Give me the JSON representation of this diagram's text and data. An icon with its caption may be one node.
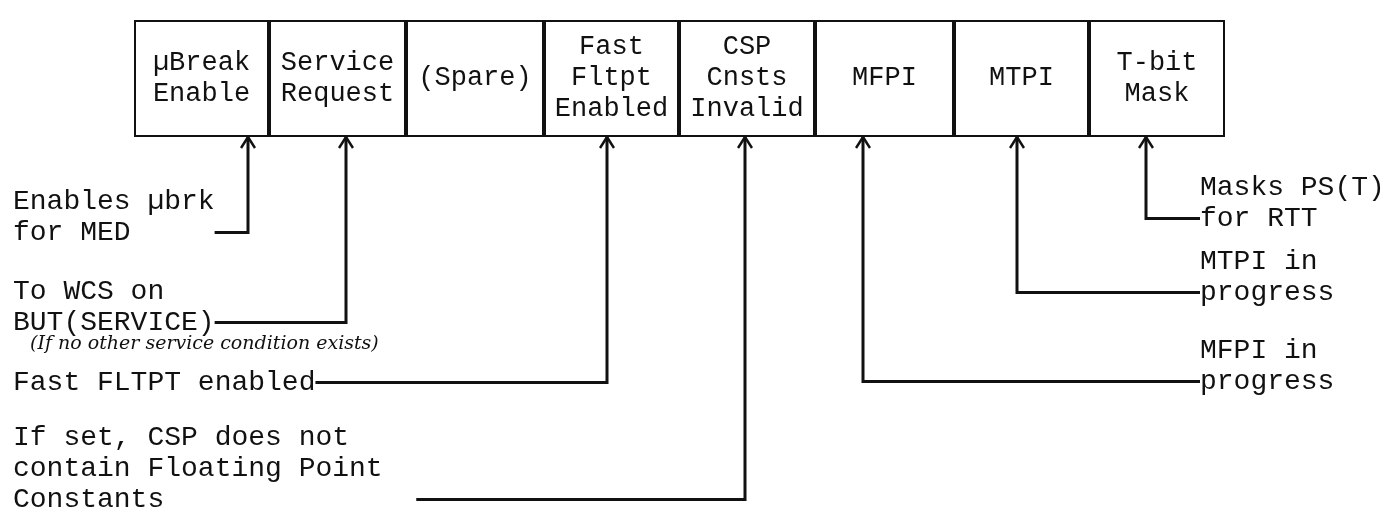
{
  "diagram": {
    "nodes": [
      {
        "text": [
          "µBreak Enable"
        ]
      },
      {
        "text": [
          "Service Request"
        ]
      },
      {
        "text": [
          "(Spare)"
        ]
      },
      {
        "text": [
          "Fast Fltpt Enabled"
        ]
      },
      {
        "text": [
          "CSP Cnsts Invalid"
        ]
      },
      {
        "text": [
          "MFPI"
        ]
      },
      {
        "text": [
          "MTPI"
        ]
      },
      {
        "text": [
          "T-bit Mask"
        ]
      },
      {
        "text": [
          "Enables µbrk for MED"
        ]
      },
      {
        "text": [
          "To WCS on BUT(SERVICE)"
        ],
        "beside": [
          "(If no other service condition exists)"
        ]
      },
      {
        "text": [
          "Fast FLTPT enabled"
        ]
      },
      {
        "text": [
          "If set, CSP does not contain Floating Point Constants"
        ]
      },
      {
        "text": [
          "Masks PS(T) for RTT"
        ]
      },
      {
        "text": [
          "MTPI in progress"
        ]
      },
      {
        "text": [
          "MFPI in progress"
        ]
      }
    ],
    "edges": [
      {
        "from": 8,
        "to": 0,
        "arrow": "to"
      },
      {
        "from": 9,
        "to": 1,
        "arrow": "to"
      },
      {
        "from": 10,
        "to": 3,
        "arrow": "to"
      },
      {
        "from": 11,
        "to": 4,
        "arrow": "to"
      },
      {
        "from": 12,
        "to": 7,
        "arrow": "to"
      },
      {
        "from": 13,
        "to": 6,
        "arrow": "to"
      },
      {
        "from": 14,
        "to": 5,
        "arrow": "to"
      }
    ]
  }
}
